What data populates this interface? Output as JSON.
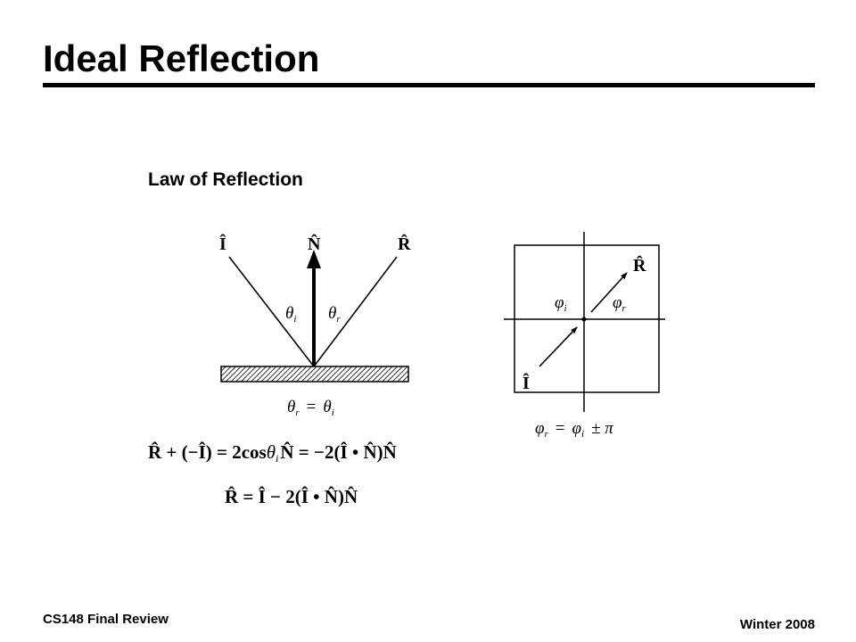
{
  "slide": {
    "title": "Ideal Reflection",
    "footer_left": "CS148 Final Review",
    "footer_right": "Winter 2008"
  },
  "figure": {
    "heading": "Law of Reflection",
    "left_diagram": {
      "labels": {
        "incident": "Î",
        "normal": "N̂",
        "reflected": "R̂"
      },
      "angle_incident": {
        "sym": "θ",
        "sub": "i"
      },
      "angle_reflected": {
        "sym": "θ",
        "sub": "r"
      },
      "equality": {
        "lhs_sym": "θ",
        "lhs_sub": "r",
        "eq": "=",
        "rhs_sym": "θ",
        "rhs_sub": "i"
      }
    },
    "right_diagram": {
      "labels": {
        "incident": "Î",
        "reflected": "R̂"
      },
      "angle_incident": {
        "sym": "φ",
        "sub": "i"
      },
      "angle_reflected": {
        "sym": "φ",
        "sub": "r"
      },
      "equality": {
        "lhs_sym": "φ",
        "lhs_sub": "r",
        "eq": "=",
        "rhs_sym": "φ",
        "rhs_sub": "i",
        "rest": "± π"
      }
    },
    "equation_1": {
      "part1": "R̂ + (−Î) = 2cos",
      "theta": "θ",
      "sub": "i",
      "part2": "N̂ = −2(Î • N̂)N̂"
    },
    "equation_2": "R̂ = Î − 2(Î • N̂)N̂"
  }
}
